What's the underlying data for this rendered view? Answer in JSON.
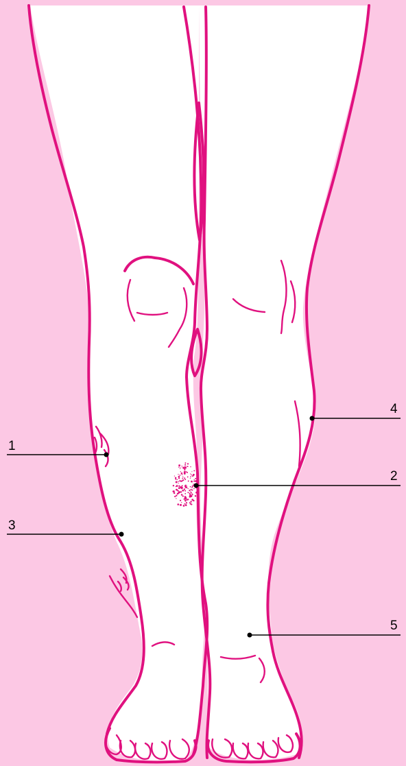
{
  "diagram": {
    "colors": {
      "background": "#fcc8e4",
      "skin": "#ffffff",
      "outline": "#e0117f",
      "leader": "#000000"
    },
    "callouts": [
      {
        "id": "1",
        "label": "1"
      },
      {
        "id": "2",
        "label": "2"
      },
      {
        "id": "3",
        "label": "3"
      },
      {
        "id": "4",
        "label": "4"
      },
      {
        "id": "5",
        "label": "5"
      }
    ]
  }
}
